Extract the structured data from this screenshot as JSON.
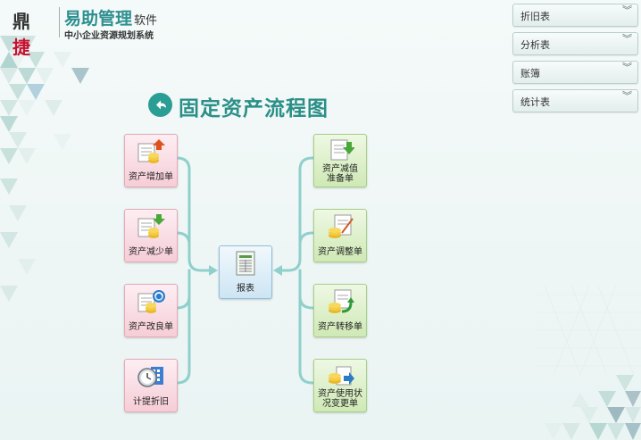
{
  "brand": {
    "logo_char1": "鼎",
    "logo_char2": "捷",
    "name": "易助管理",
    "name_suffix": "软件",
    "subtitle": "中小企业资源规划系统"
  },
  "menu": [
    {
      "label": "折旧表"
    },
    {
      "label": "分析表"
    },
    {
      "label": "账簿"
    },
    {
      "label": "统计表"
    }
  ],
  "page": {
    "title": "固定资产流程图"
  },
  "flow": {
    "left_nodes": [
      {
        "label": "资产增加单",
        "icon": "asset-add-icon"
      },
      {
        "label": "资产减少单",
        "icon": "asset-reduce-icon"
      },
      {
        "label": "资产改良单",
        "icon": "asset-improve-icon"
      },
      {
        "label": "计提折旧",
        "icon": "depreciation-icon"
      }
    ],
    "center_node": {
      "label": "报表",
      "icon": "report-icon"
    },
    "right_nodes": [
      {
        "label_line1": "资产减值",
        "label_line2": "准备单",
        "icon": "impairment-icon"
      },
      {
        "label": "资产调整单",
        "icon": "asset-adjust-icon"
      },
      {
        "label": "资产转移单",
        "icon": "asset-transfer-icon"
      },
      {
        "label_line1": "资产使用状",
        "label_line2": "况变更单",
        "icon": "status-change-icon"
      }
    ]
  },
  "colors": {
    "accent": "#2b8f88",
    "connector": "#8fd0cc",
    "left_node": "#f6cdd7",
    "right_node": "#cfe9b5",
    "center_node": "#cde5f3"
  }
}
